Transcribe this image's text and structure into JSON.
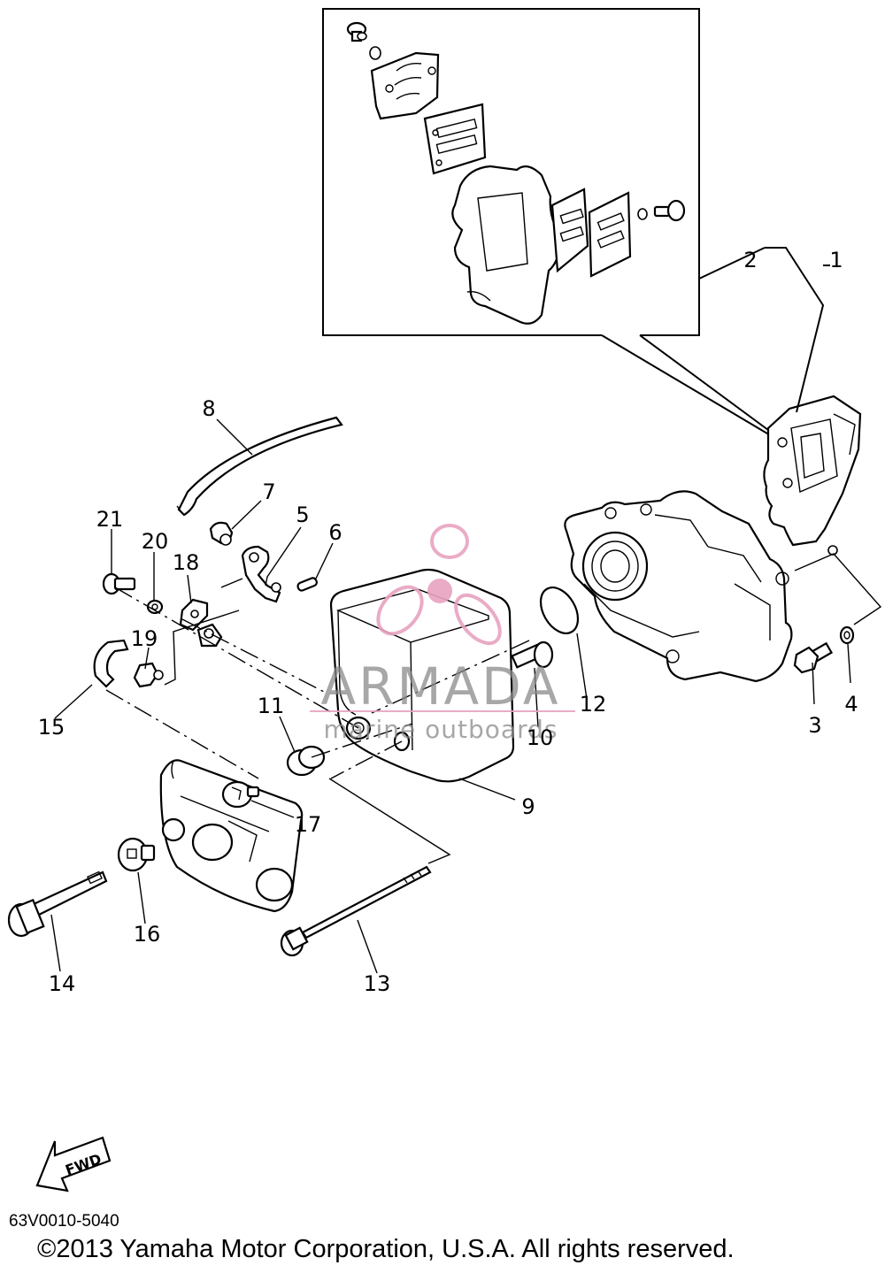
{
  "callouts": [
    {
      "id": "1",
      "label": "1"
    },
    {
      "id": "2",
      "label": "2"
    },
    {
      "id": "3",
      "label": "3"
    },
    {
      "id": "4",
      "label": "4"
    },
    {
      "id": "5",
      "label": "5"
    },
    {
      "id": "6",
      "label": "6"
    },
    {
      "id": "7",
      "label": "7"
    },
    {
      "id": "8",
      "label": "8"
    },
    {
      "id": "9",
      "label": "9"
    },
    {
      "id": "10",
      "label": "10"
    },
    {
      "id": "11",
      "label": "11"
    },
    {
      "id": "12",
      "label": "12"
    },
    {
      "id": "13",
      "label": "13"
    },
    {
      "id": "14",
      "label": "14"
    },
    {
      "id": "15",
      "label": "15"
    },
    {
      "id": "16",
      "label": "16"
    },
    {
      "id": "17",
      "label": "17"
    },
    {
      "id": "18",
      "label": "18"
    },
    {
      "id": "19",
      "label": "19"
    },
    {
      "id": "20",
      "label": "20"
    },
    {
      "id": "21",
      "label": "21"
    }
  ],
  "watermark": {
    "name": "ARMADA",
    "tagline": "marine outboards",
    "color": "#e8a3c0"
  },
  "fwd_label": "FWD",
  "diagram_code": "63V0010-5040",
  "copyright": "©2013 Yamaha Motor Corporation, U.S.A. All rights reserved."
}
